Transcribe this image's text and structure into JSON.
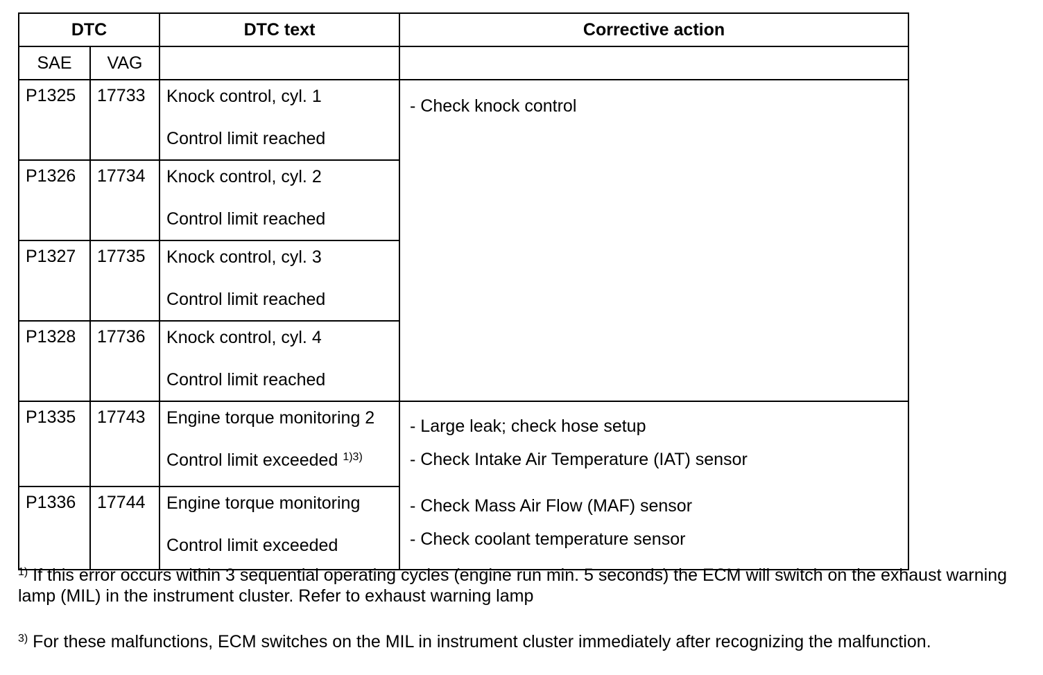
{
  "table": {
    "headers": {
      "dtc": "DTC",
      "dtc_text": "DTC text",
      "corrective_action": "Corrective action",
      "sae": "SAE",
      "vag": "VAG"
    },
    "rows": [
      {
        "sae": "P1325",
        "vag": "17733",
        "text1": "Knock control, cyl. 1",
        "text2": "Control limit reached",
        "note": ""
      },
      {
        "sae": "P1326",
        "vag": "17734",
        "text1": "Knock control, cyl. 2",
        "text2": "Control limit reached",
        "note": ""
      },
      {
        "sae": "P1327",
        "vag": "17735",
        "text1": "Knock control, cyl. 3",
        "text2": "Control limit reached",
        "note": ""
      },
      {
        "sae": "P1328",
        "vag": "17736",
        "text1": "Knock control, cyl. 4",
        "text2": "Control limit reached",
        "note": ""
      },
      {
        "sae": "P1335",
        "vag": "17743",
        "text1": "Engine torque monitoring 2",
        "text2": "Control limit exceeded",
        "note": "1)3)"
      },
      {
        "sae": "P1336",
        "vag": "17744",
        "text1": "Engine torque monitoring",
        "text2": "Control limit exceeded",
        "note": ""
      }
    ],
    "actions_knock": [
      "- Check knock control"
    ],
    "actions_torque": [
      "- Large leak; check hose setup",
      "- Check Intake Air Temperature (IAT) sensor",
      "- Check Mass Air Flow (MAF) sensor",
      "- Check coolant temperature sensor"
    ]
  },
  "footnotes": [
    {
      "mark": "1)",
      "text": " If this error occurs within 3 sequential operating cycles (engine run min. 5 seconds) the ECM will switch on the exhaust warning lamp (MIL) in the instrument cluster. Refer to exhaust warning lamp"
    },
    {
      "mark": "3)",
      "text": " For these malfunctions, ECM switches on the MIL in instrument cluster immediately after recognizing the malfunction."
    }
  ]
}
